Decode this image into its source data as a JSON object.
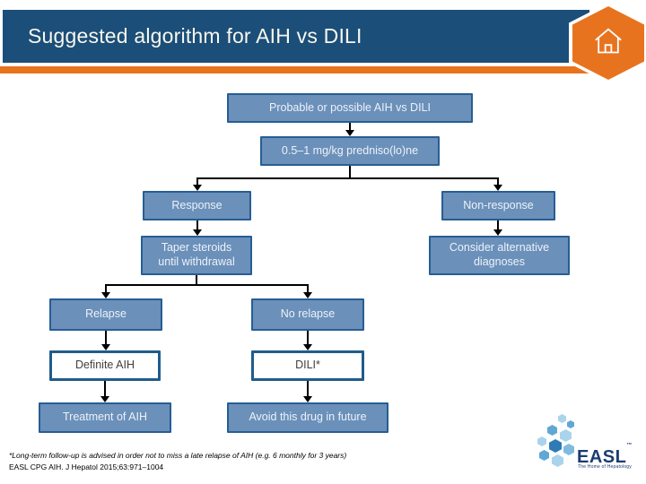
{
  "slide": {
    "title": "Suggested algorithm for AIH vs DILI",
    "footnote": "*Long-term follow-up is advised in order not to miss a late relapse of AIH (e.g. 6 monthly for 3 years)",
    "reference": "EASL CPG AIH. J Hepatol 2015;63:971–1004"
  },
  "colors": {
    "header_blue": "#1B4E79",
    "accent_orange": "#E8731F",
    "node_fill_blue": "#6B90BA",
    "node_border_blue": "#265E94",
    "outline_node_border": "#1F5C8C",
    "easl_navy": "#1B3C70",
    "connector_black": "#000000"
  },
  "flowchart": {
    "nodes": {
      "probable": {
        "label": "Probable or possible AIH vs DILI",
        "style": "filled"
      },
      "prednisolone": {
        "label": "0.5–1 mg/kg predniso(lo)ne",
        "style": "filled"
      },
      "response": {
        "label": "Response",
        "style": "filled"
      },
      "non_response": {
        "label": "Non-response",
        "style": "filled"
      },
      "taper": {
        "label": "Taper steroids\nuntil withdrawal",
        "style": "filled"
      },
      "consider": {
        "label": "Consider alternative\ndiagnoses",
        "style": "filled"
      },
      "relapse": {
        "label": "Relapse",
        "style": "filled"
      },
      "no_relapse": {
        "label": "No relapse",
        "style": "filled"
      },
      "definite_aih": {
        "label": "Definite AIH",
        "style": "outline"
      },
      "dili": {
        "label": "DILI*",
        "style": "outline"
      },
      "treatment": {
        "label": "Treatment of AIH",
        "style": "filled"
      },
      "avoid": {
        "label": "Avoid this drug in future",
        "style": "filled"
      }
    },
    "edges": [
      {
        "from": "probable",
        "to": "prednisolone"
      },
      {
        "from": "prednisolone",
        "to": "response"
      },
      {
        "from": "prednisolone",
        "to": "non_response"
      },
      {
        "from": "response",
        "to": "taper"
      },
      {
        "from": "non_response",
        "to": "consider"
      },
      {
        "from": "taper",
        "to": "relapse"
      },
      {
        "from": "taper",
        "to": "no_relapse"
      },
      {
        "from": "relapse",
        "to": "definite_aih"
      },
      {
        "from": "no_relapse",
        "to": "dili"
      },
      {
        "from": "definite_aih",
        "to": "treatment"
      },
      {
        "from": "dili",
        "to": "avoid"
      }
    ]
  },
  "logo": {
    "name": "EASL",
    "trademark": "™",
    "tagline": "The Home of Hepatology"
  }
}
